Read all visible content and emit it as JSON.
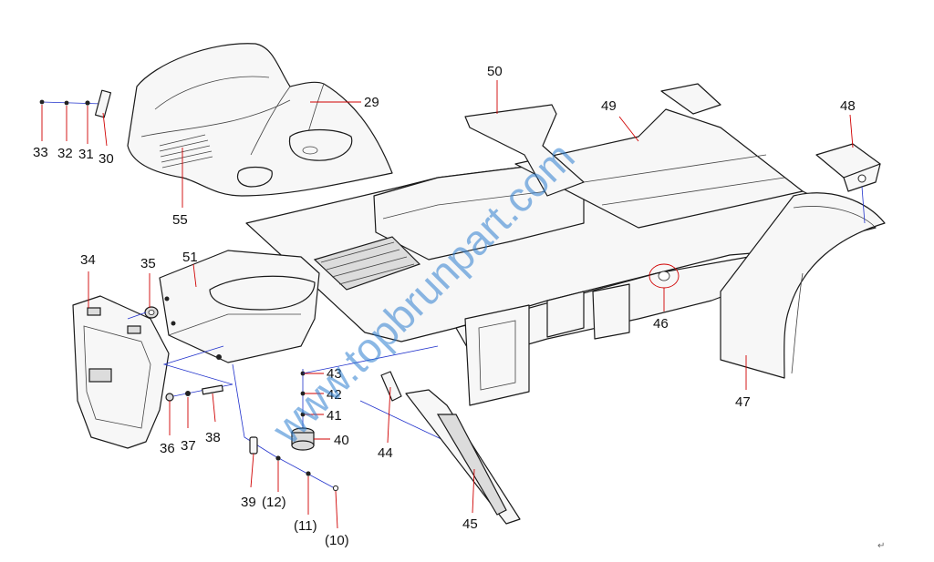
{
  "watermark": "www.topbrunpart.com",
  "callouts": {
    "c29": "29",
    "c30": "30",
    "c31": "31",
    "c32": "32",
    "c33": "33",
    "c34": "34",
    "c35": "35",
    "c36": "36",
    "c37": "37",
    "c38": "38",
    "c39": "39",
    "c12": "(12)",
    "c11": "(11)",
    "c10": "(10)",
    "c40": "40",
    "c41": "41",
    "c42": "42",
    "c43": "43",
    "c44": "44",
    "c45": "45",
    "c46": "46",
    "c47": "47",
    "c48": "48",
    "c49": "49",
    "c50": "50",
    "c51": "51",
    "c55": "55"
  },
  "return_mark": "↵"
}
